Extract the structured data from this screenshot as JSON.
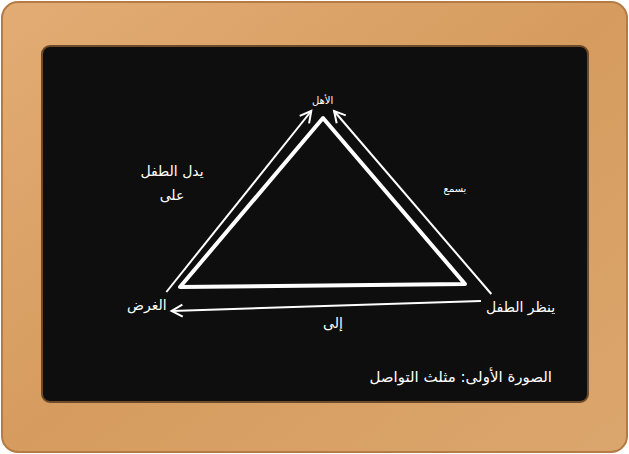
{
  "diagram": {
    "caption": "الصورة الأولى: مثلث التواصل",
    "nodes": [
      {
        "text": [
          "الأهل"
        ]
      },
      {
        "text": [
          "ينظر الطفل"
        ]
      },
      {
        "text": [
          "الغرض"
        ]
      }
    ],
    "edges": [
      {
        "from": 2,
        "to": 0,
        "label": "يدل الطفل على",
        "arrow": "to"
      },
      {
        "from": 1,
        "to": 0,
        "label": "يسمع",
        "arrow": "to"
      },
      {
        "from": 1,
        "to": 2,
        "label": "إلى",
        "arrow": "to"
      }
    ]
  }
}
